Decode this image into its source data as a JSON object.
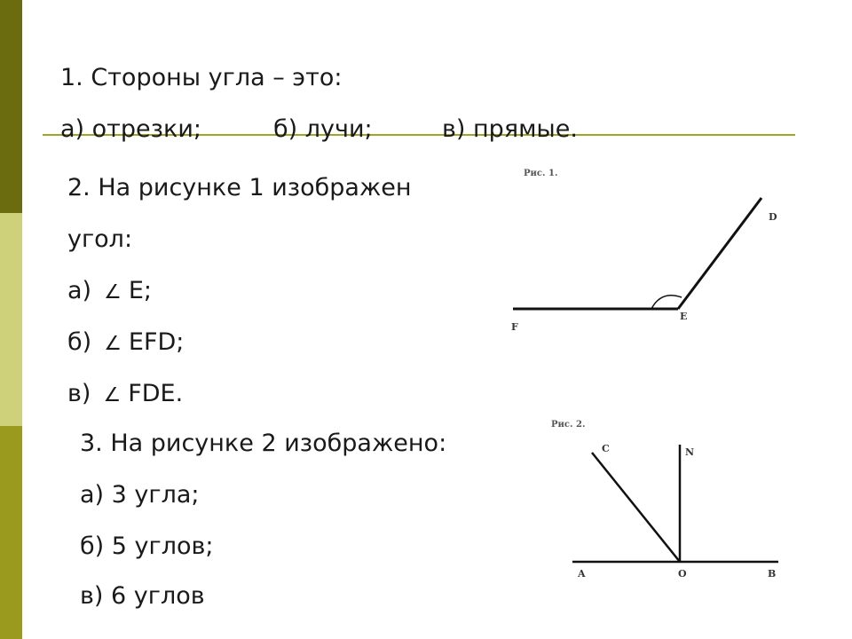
{
  "q1": {
    "question": "1. Стороны угла – это:",
    "option_a": "а) отрезки;",
    "option_b": "б) лучи;",
    "option_c": "в) прямые."
  },
  "q2": {
    "line1": "2. На рисунке 1 изображен",
    "line2": "угол:",
    "option_a_prefix": "а)",
    "option_a_value": "E;",
    "option_b_prefix": "б)",
    "option_b_value": "EFD;",
    "option_c_prefix": "в)",
    "option_c_value": "FDE.",
    "angle_symbol": "∠"
  },
  "q3": {
    "question": "3. На рисунке 2 изображено:",
    "option_a": "а) 3 угла;",
    "option_b": "б) 5 углов;",
    "option_c": "в) 6 углов"
  },
  "figure1": {
    "caption": "Рис. 1.",
    "label_f": "F",
    "label_e": "E",
    "label_d": "D"
  },
  "figure2": {
    "caption": "Рис. 2.",
    "label_c": "C",
    "label_n": "N",
    "label_a": "A",
    "label_o": "O",
    "label_b": "B"
  },
  "colors": {
    "bar_dark": "#6b6b10",
    "bar_light": "#cfd07a",
    "bar_mid": "#9a9a1e",
    "rule": "#a3a32a"
  }
}
